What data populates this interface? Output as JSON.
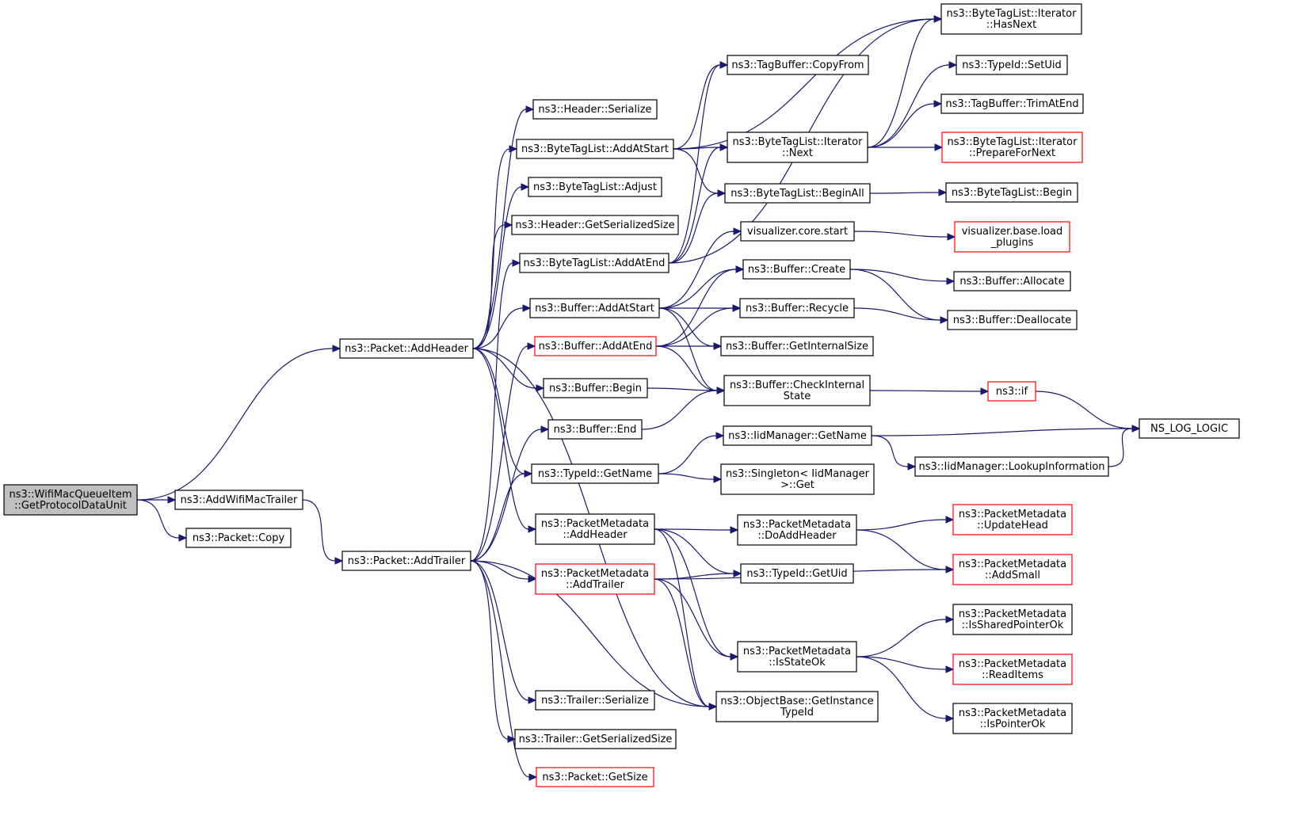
{
  "graph": {
    "nodes": [
      {
        "id": "root",
        "lines": [
          "ns3::WifiMacQueueItem",
          "::GetProtocolDataUnit"
        ],
        "style": "root"
      },
      {
        "id": "addwifi",
        "lines": [
          "ns3::AddWifiMacTrailer"
        ]
      },
      {
        "id": "pcopy",
        "lines": [
          "ns3::Packet::Copy"
        ]
      },
      {
        "id": "paddheader",
        "lines": [
          "ns3::Packet::AddHeader"
        ]
      },
      {
        "id": "paddtrailer",
        "lines": [
          "ns3::Packet::AddTrailer"
        ]
      },
      {
        "id": "hser",
        "lines": [
          "ns3::Header::Serialize"
        ]
      },
      {
        "id": "btaddstart",
        "lines": [
          "ns3::ByteTagList::AddAtStart"
        ]
      },
      {
        "id": "btadjust",
        "lines": [
          "ns3::ByteTagList::Adjust"
        ]
      },
      {
        "id": "hgss",
        "lines": [
          "ns3::Header::GetSerializedSize"
        ]
      },
      {
        "id": "btaddend",
        "lines": [
          "ns3::ByteTagList::AddAtEnd"
        ]
      },
      {
        "id": "bufaddstart",
        "lines": [
          "ns3::Buffer::AddAtStart"
        ]
      },
      {
        "id": "bufaddend",
        "lines": [
          "ns3::Buffer::AddAtEnd"
        ],
        "style": "red"
      },
      {
        "id": "bufbegin",
        "lines": [
          "ns3::Buffer::Begin"
        ]
      },
      {
        "id": "bufend",
        "lines": [
          "ns3::Buffer::End"
        ]
      },
      {
        "id": "tidgetname",
        "lines": [
          "ns3::TypeId::GetName"
        ]
      },
      {
        "id": "pmaddheader",
        "lines": [
          "ns3::PacketMetadata",
          "::AddHeader"
        ]
      },
      {
        "id": "pmaddtrailer",
        "lines": [
          "ns3::PacketMetadata",
          "::AddTrailer"
        ],
        "style": "red"
      },
      {
        "id": "trser",
        "lines": [
          "ns3::Trailer::Serialize"
        ]
      },
      {
        "id": "trgss",
        "lines": [
          "ns3::Trailer::GetSerializedSize"
        ]
      },
      {
        "id": "pgetsize",
        "lines": [
          "ns3::Packet::GetSize"
        ],
        "style": "red"
      },
      {
        "id": "tbcopy",
        "lines": [
          "ns3::TagBuffer::CopyFrom"
        ]
      },
      {
        "id": "btinext",
        "lines": [
          "ns3::ByteTagList::Iterator",
          "::Next"
        ]
      },
      {
        "id": "btbeginall",
        "lines": [
          "ns3::ByteTagList::BeginAll"
        ]
      },
      {
        "id": "viscore",
        "lines": [
          "visualizer.core.start"
        ]
      },
      {
        "id": "bufcreate",
        "lines": [
          "ns3::Buffer::Create"
        ]
      },
      {
        "id": "bufrecycle",
        "lines": [
          "ns3::Buffer::Recycle"
        ]
      },
      {
        "id": "bufgis",
        "lines": [
          "ns3::Buffer::GetInternalSize"
        ]
      },
      {
        "id": "bufcis",
        "lines": [
          "ns3::Buffer::CheckInternal",
          "State"
        ]
      },
      {
        "id": "iidgetname",
        "lines": [
          "ns3::IidManager::GetName"
        ]
      },
      {
        "id": "singleton",
        "lines": [
          "ns3::Singleton< IidManager",
          ">::Get"
        ]
      },
      {
        "id": "pmdoadd",
        "lines": [
          "ns3::PacketMetadata",
          "::DoAddHeader"
        ]
      },
      {
        "id": "tidgetuid",
        "lines": [
          "ns3::TypeId::GetUid"
        ]
      },
      {
        "id": "pmisstate",
        "lines": [
          "ns3::PacketMetadata",
          "::IsStateOk"
        ]
      },
      {
        "id": "obgit",
        "lines": [
          "ns3::ObjectBase::GetInstance",
          "TypeId"
        ]
      },
      {
        "id": "btihasnext",
        "lines": [
          "ns3::ByteTagList::Iterator",
          "::HasNext"
        ]
      },
      {
        "id": "tidsetuid",
        "lines": [
          "ns3::TypeId::SetUid"
        ]
      },
      {
        "id": "tbtrim",
        "lines": [
          "ns3::TagBuffer::TrimAtEnd"
        ]
      },
      {
        "id": "btiprep",
        "lines": [
          "ns3::ByteTagList::Iterator",
          "::PrepareForNext"
        ],
        "style": "red"
      },
      {
        "id": "btbegin",
        "lines": [
          "ns3::ByteTagList::Begin"
        ]
      },
      {
        "id": "visload",
        "lines": [
          "visualizer.base.load",
          "_plugins"
        ],
        "style": "red"
      },
      {
        "id": "bufalloc",
        "lines": [
          "ns3::Buffer::Allocate"
        ]
      },
      {
        "id": "bufdealloc",
        "lines": [
          "ns3::Buffer::Deallocate"
        ]
      },
      {
        "id": "ns3if",
        "lines": [
          "ns3::if"
        ],
        "style": "red"
      },
      {
        "id": "nslog",
        "lines": [
          "NS_LOG_LOGIC"
        ]
      },
      {
        "id": "iidlookup",
        "lines": [
          "ns3::IidManager::LookupInformation"
        ]
      },
      {
        "id": "pmupdate",
        "lines": [
          "ns3::PacketMetadata",
          "::UpdateHead"
        ],
        "style": "red"
      },
      {
        "id": "pmaddsmall",
        "lines": [
          "ns3::PacketMetadata",
          "::AddSmall"
        ],
        "style": "red"
      },
      {
        "id": "pmisshared",
        "lines": [
          "ns3::PacketMetadata",
          "::IsSharedPointerOk"
        ]
      },
      {
        "id": "pmread",
        "lines": [
          "ns3::PacketMetadata",
          "::ReadItems"
        ],
        "style": "red"
      },
      {
        "id": "pmisptr",
        "lines": [
          "ns3::PacketMetadata",
          "::IsPointerOk"
        ]
      }
    ],
    "edges": [
      [
        "root",
        "paddheader"
      ],
      [
        "root",
        "addwifi"
      ],
      [
        "root",
        "pcopy"
      ],
      [
        "addwifi",
        "paddtrailer"
      ],
      [
        "paddheader",
        "hser"
      ],
      [
        "paddheader",
        "btaddstart"
      ],
      [
        "paddheader",
        "btadjust"
      ],
      [
        "paddheader",
        "hgss"
      ],
      [
        "paddheader",
        "bufaddstart"
      ],
      [
        "paddheader",
        "bufbegin"
      ],
      [
        "paddheader",
        "tidgetname"
      ],
      [
        "paddheader",
        "pmaddheader"
      ],
      [
        "paddheader",
        "obgit"
      ],
      [
        "paddtrailer",
        "btaddend"
      ],
      [
        "paddtrailer",
        "bufaddend"
      ],
      [
        "paddtrailer",
        "bufend"
      ],
      [
        "paddtrailer",
        "tidgetname"
      ],
      [
        "paddtrailer",
        "pmaddtrailer"
      ],
      [
        "paddtrailer",
        "obgit"
      ],
      [
        "paddtrailer",
        "trser"
      ],
      [
        "paddtrailer",
        "trgss"
      ],
      [
        "paddtrailer",
        "pgetsize"
      ],
      [
        "btaddstart",
        "btihasnext"
      ],
      [
        "btaddstart",
        "tbcopy"
      ],
      [
        "btaddstart",
        "btinext"
      ],
      [
        "btaddstart",
        "btbeginall"
      ],
      [
        "btaddend",
        "btihasnext"
      ],
      [
        "btaddend",
        "tbcopy"
      ],
      [
        "btaddend",
        "btinext"
      ],
      [
        "btaddend",
        "btbeginall"
      ],
      [
        "bufaddstart",
        "viscore"
      ],
      [
        "bufaddstart",
        "bufcreate"
      ],
      [
        "bufaddstart",
        "bufrecycle"
      ],
      [
        "bufaddstart",
        "bufgis"
      ],
      [
        "bufaddstart",
        "bufcis"
      ],
      [
        "bufaddend",
        "bufcreate"
      ],
      [
        "bufaddend",
        "bufrecycle"
      ],
      [
        "bufaddend",
        "bufgis"
      ],
      [
        "bufaddend",
        "bufcis"
      ],
      [
        "bufbegin",
        "bufcis"
      ],
      [
        "bufend",
        "bufcis"
      ],
      [
        "tidgetname",
        "iidgetname"
      ],
      [
        "tidgetname",
        "singleton"
      ],
      [
        "pmaddheader",
        "pmdoadd"
      ],
      [
        "pmaddheader",
        "tidgetuid"
      ],
      [
        "pmaddheader",
        "pmisstate"
      ],
      [
        "pmaddheader",
        "obgit"
      ],
      [
        "pmaddtrailer",
        "tidgetuid"
      ],
      [
        "pmaddtrailer",
        "pmaddsmall"
      ],
      [
        "pmaddtrailer",
        "pmisstate"
      ],
      [
        "pmaddtrailer",
        "obgit"
      ],
      [
        "btinext",
        "btihasnext"
      ],
      [
        "btinext",
        "tidsetuid"
      ],
      [
        "btinext",
        "tbtrim"
      ],
      [
        "btinext",
        "btiprep"
      ],
      [
        "btbeginall",
        "btbegin"
      ],
      [
        "viscore",
        "visload"
      ],
      [
        "bufcreate",
        "bufalloc"
      ],
      [
        "bufcreate",
        "bufdealloc"
      ],
      [
        "bufrecycle",
        "bufdealloc"
      ],
      [
        "bufcis",
        "ns3if"
      ],
      [
        "ns3if",
        "nslog"
      ],
      [
        "iidgetname",
        "nslog"
      ],
      [
        "iidgetname",
        "iidlookup"
      ],
      [
        "iidlookup",
        "nslog"
      ],
      [
        "pmdoadd",
        "pmupdate"
      ],
      [
        "pmdoadd",
        "pmaddsmall"
      ],
      [
        "pmisstate",
        "pmisshared"
      ],
      [
        "pmisstate",
        "pmread"
      ],
      [
        "pmisstate",
        "pmisptr"
      ]
    ]
  }
}
